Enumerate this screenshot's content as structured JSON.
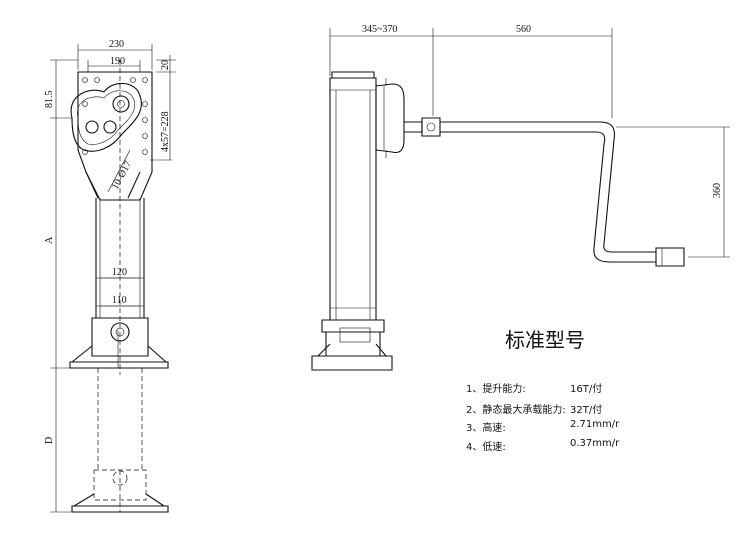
{
  "title": "标准型号",
  "specs": [
    {
      "label": "1、提升能力:",
      "value": "16T/付"
    },
    {
      "label": "2、静态最大承载能力:",
      "value": "32T/付"
    },
    {
      "label": "3、高速:",
      "value": "2.71mm/r"
    },
    {
      "label": "4、低速:",
      "value": "0.37mm/r"
    }
  ],
  "dims": {
    "w230": "230",
    "w190": "190",
    "h20": "20",
    "h81_5": "81.5",
    "holes": "4x57=228",
    "bolt": "10-Ø17",
    "w120": "120",
    "w110": "110",
    "A": "A",
    "D": "D",
    "d345": "345~370",
    "d560": "560",
    "d360": "360"
  }
}
